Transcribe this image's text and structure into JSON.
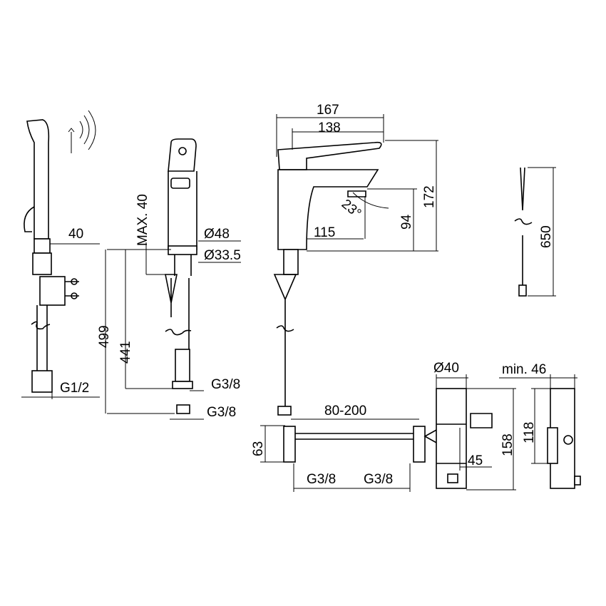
{
  "drawing": {
    "hand_shower": {
      "width_40": "40",
      "thread": "G1/2"
    },
    "side_view": {
      "max_40": "MAX. 40",
      "dia_48": "Ø48",
      "dia_33_5": "Ø33.5",
      "h_499": "499",
      "h_441": "441",
      "thread_1": "G3/8",
      "thread_2": "G3/8"
    },
    "front_view": {
      "w_167": "167",
      "w_138": "138",
      "h_172": "172",
      "h_94": "94",
      "reach_115": "115",
      "angle_23": "23°"
    },
    "cable": {
      "len_650": "650"
    },
    "connector": {
      "range": "80-200",
      "h_63": "63",
      "thread_1": "G3/8",
      "thread_2": "G3/8"
    },
    "control_box": {
      "dia_40": "Ø40",
      "min_46": "min. 46",
      "h_158": "158",
      "h_118": "118",
      "w_45": "45"
    }
  }
}
